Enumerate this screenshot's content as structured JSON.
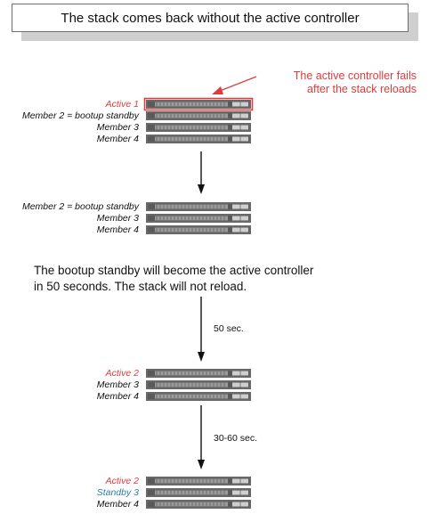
{
  "title": "The stack comes back without the active controller",
  "callout": {
    "line1": "The active controller fails",
    "line2": "after the stack reloads"
  },
  "stage1": {
    "labels": [
      "Active 1",
      "Member 2 = bootup standby",
      "Member 3",
      "Member 4"
    ]
  },
  "stage2": {
    "labels": [
      "Member 2 = bootup standby",
      "Member 3",
      "Member 4"
    ]
  },
  "note": {
    "line1": "The bootup standby will become the active controller",
    "line2": "in 50 seconds. The stack will not reload."
  },
  "timers": {
    "first": "50 sec.",
    "second": "30-60 sec."
  },
  "stage3": {
    "labels": [
      "Active 2",
      "Member 3",
      "Member 4"
    ]
  },
  "stage4": {
    "labels": [
      "Active 2",
      "Standby 3",
      "Member 4"
    ]
  },
  "colors": {
    "highlight_red": "#e03b3b",
    "standby_blue": "#2f7eb0",
    "switch_body": "#5a5a5a"
  }
}
